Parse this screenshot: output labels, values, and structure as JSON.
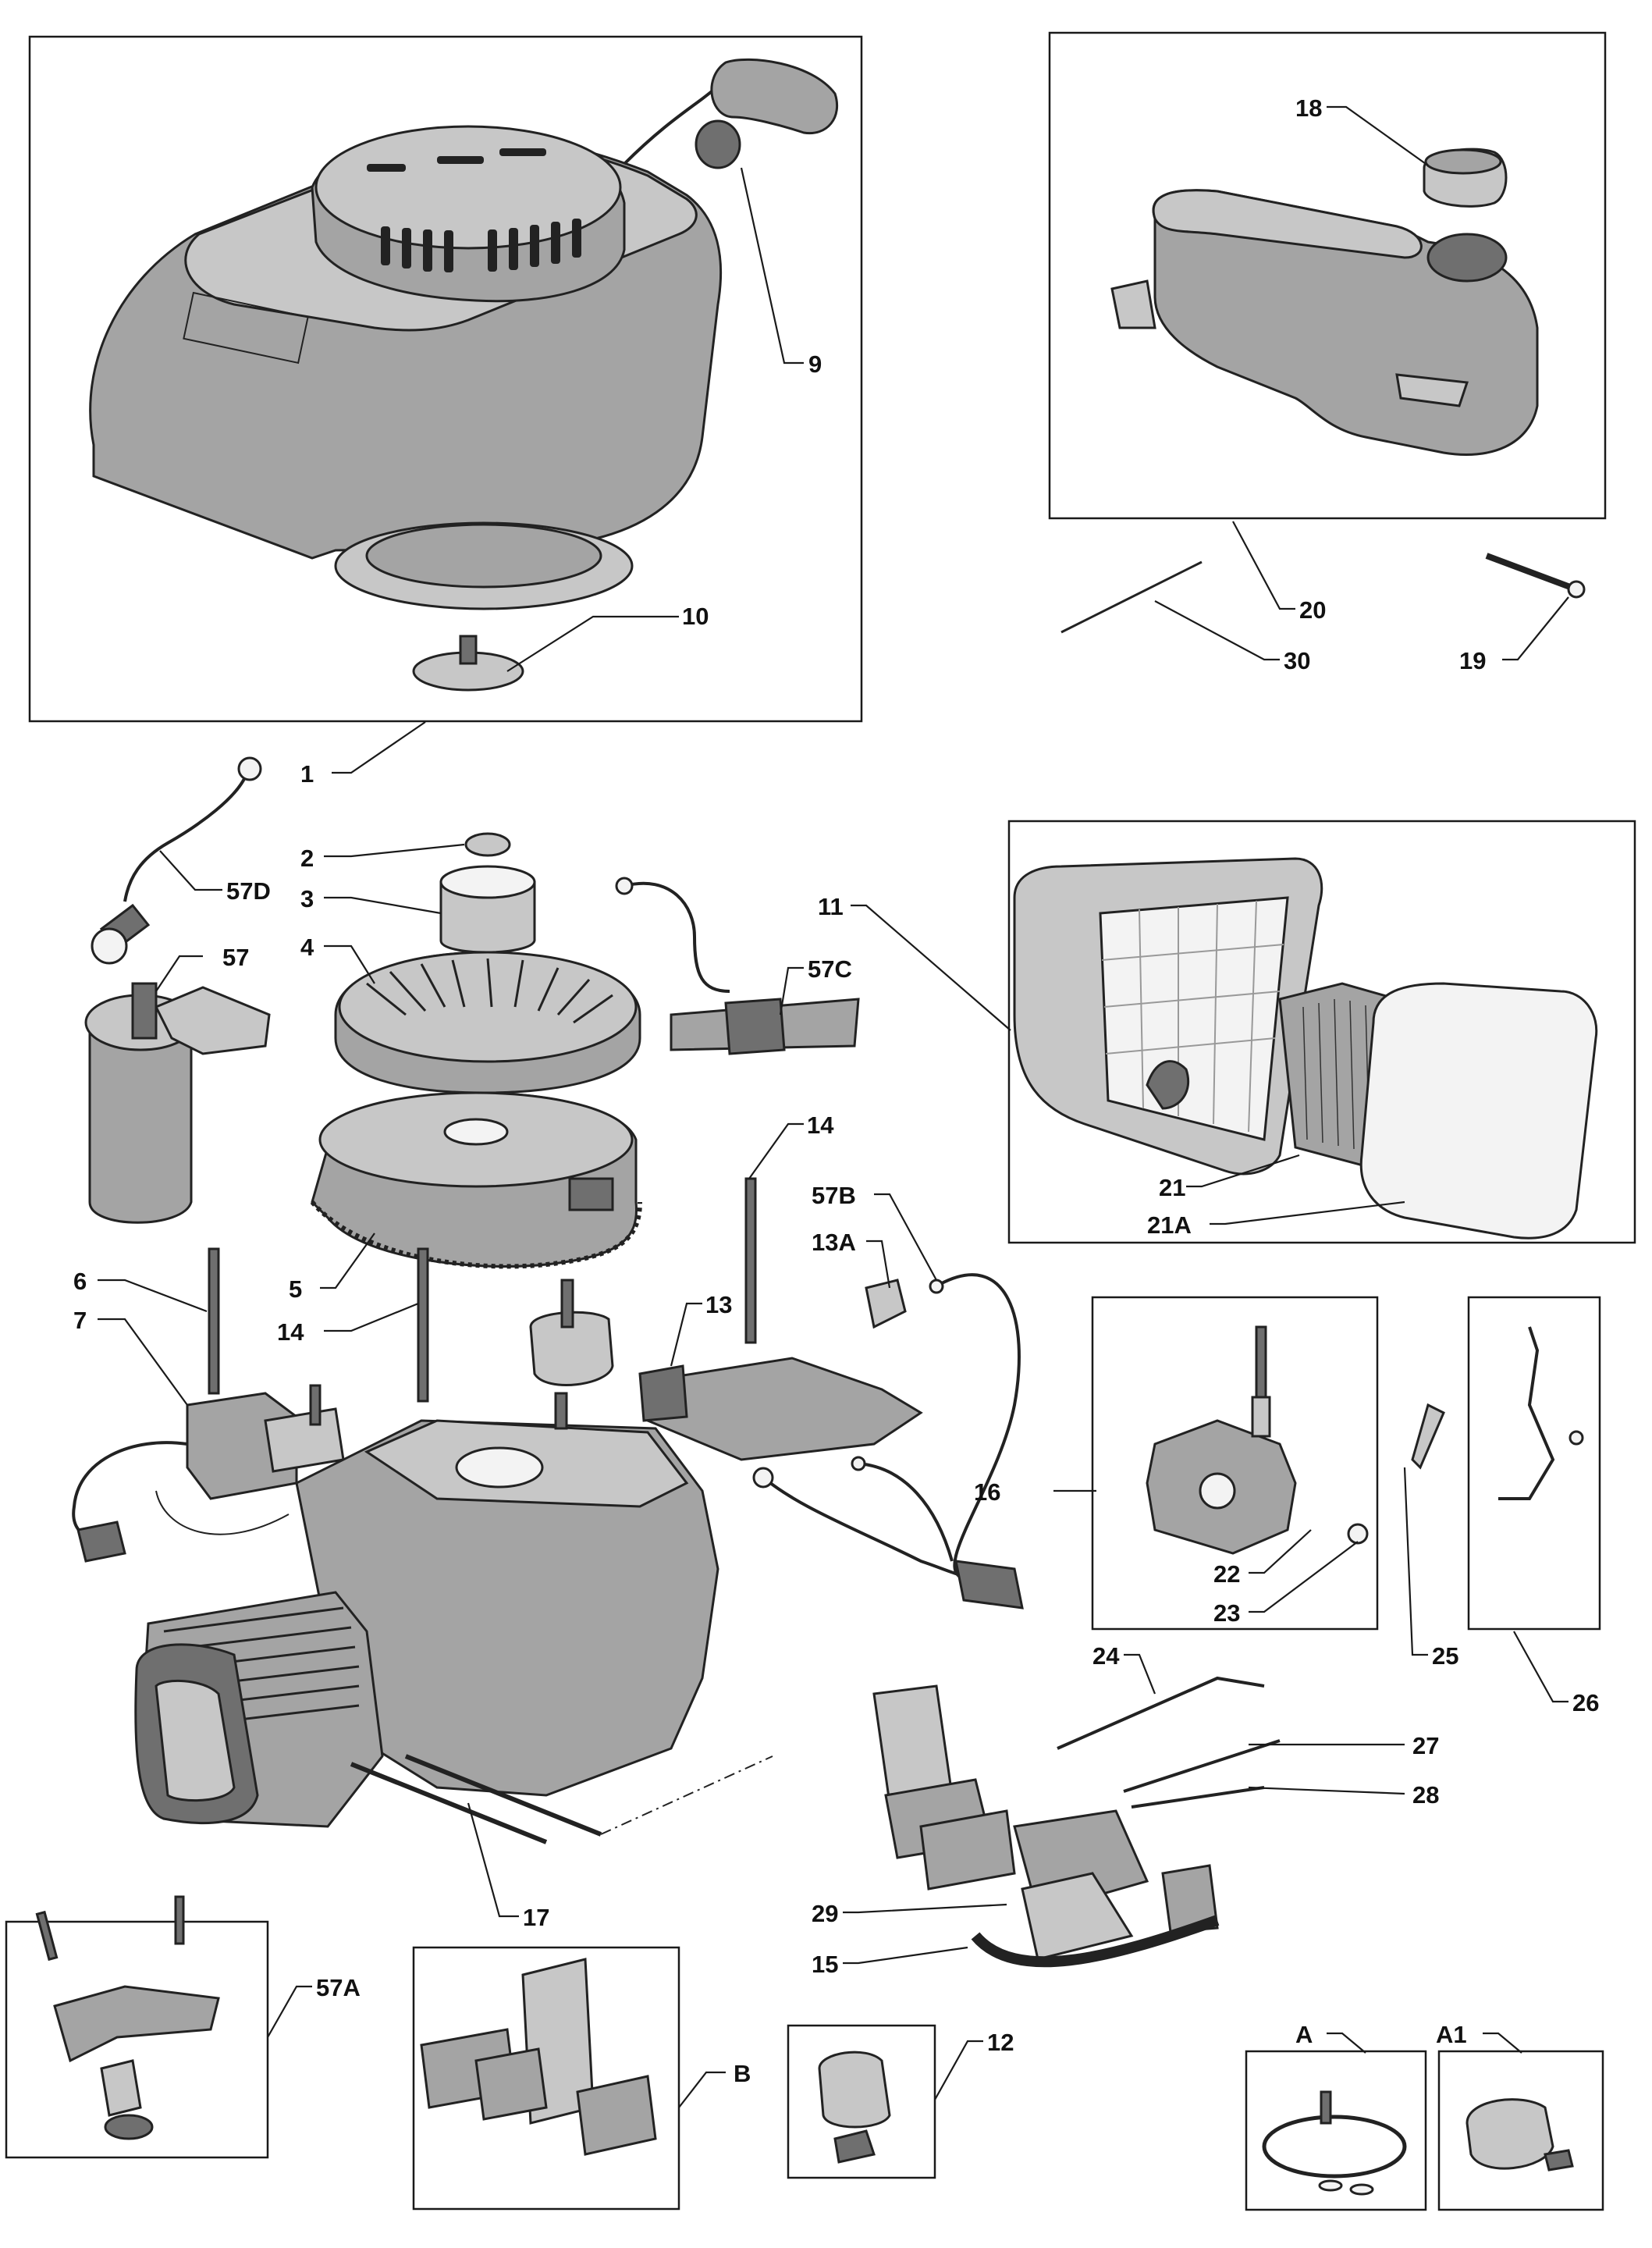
{
  "diagram": {
    "callouts": [
      {
        "id": "1",
        "text": "1"
      },
      {
        "id": "2",
        "text": "2"
      },
      {
        "id": "3",
        "text": "3"
      },
      {
        "id": "4",
        "text": "4"
      },
      {
        "id": "5",
        "text": "5"
      },
      {
        "id": "6",
        "text": "6"
      },
      {
        "id": "7",
        "text": "7"
      },
      {
        "id": "9",
        "text": "9"
      },
      {
        "id": "10",
        "text": "10"
      },
      {
        "id": "11",
        "text": "11"
      },
      {
        "id": "12",
        "text": "12"
      },
      {
        "id": "13",
        "text": "13"
      },
      {
        "id": "13A",
        "text": "13A"
      },
      {
        "id": "14a",
        "text": "14"
      },
      {
        "id": "14b",
        "text": "14"
      },
      {
        "id": "15",
        "text": "15"
      },
      {
        "id": "16",
        "text": "16"
      },
      {
        "id": "17",
        "text": "17"
      },
      {
        "id": "18",
        "text": "18"
      },
      {
        "id": "19",
        "text": "19"
      },
      {
        "id": "20",
        "text": "20"
      },
      {
        "id": "21",
        "text": "21"
      },
      {
        "id": "21A",
        "text": "21A"
      },
      {
        "id": "22",
        "text": "22"
      },
      {
        "id": "23",
        "text": "23"
      },
      {
        "id": "24",
        "text": "24"
      },
      {
        "id": "25",
        "text": "25"
      },
      {
        "id": "26",
        "text": "26"
      },
      {
        "id": "27",
        "text": "27"
      },
      {
        "id": "28",
        "text": "28"
      },
      {
        "id": "29",
        "text": "29"
      },
      {
        "id": "30",
        "text": "30"
      },
      {
        "id": "57",
        "text": "57"
      },
      {
        "id": "57A",
        "text": "57A"
      },
      {
        "id": "57B",
        "text": "57B"
      },
      {
        "id": "57C",
        "text": "57C"
      },
      {
        "id": "57D",
        "text": "57D"
      },
      {
        "id": "A",
        "text": "A"
      },
      {
        "id": "A1",
        "text": "A1"
      },
      {
        "id": "B",
        "text": "B"
      }
    ],
    "colors": {
      "part_fill": "#a4a4a4",
      "part_light": "#c7c7c7",
      "part_dark": "#6f6f6f",
      "line": "#1a1a1a",
      "background": "#ffffff"
    }
  }
}
